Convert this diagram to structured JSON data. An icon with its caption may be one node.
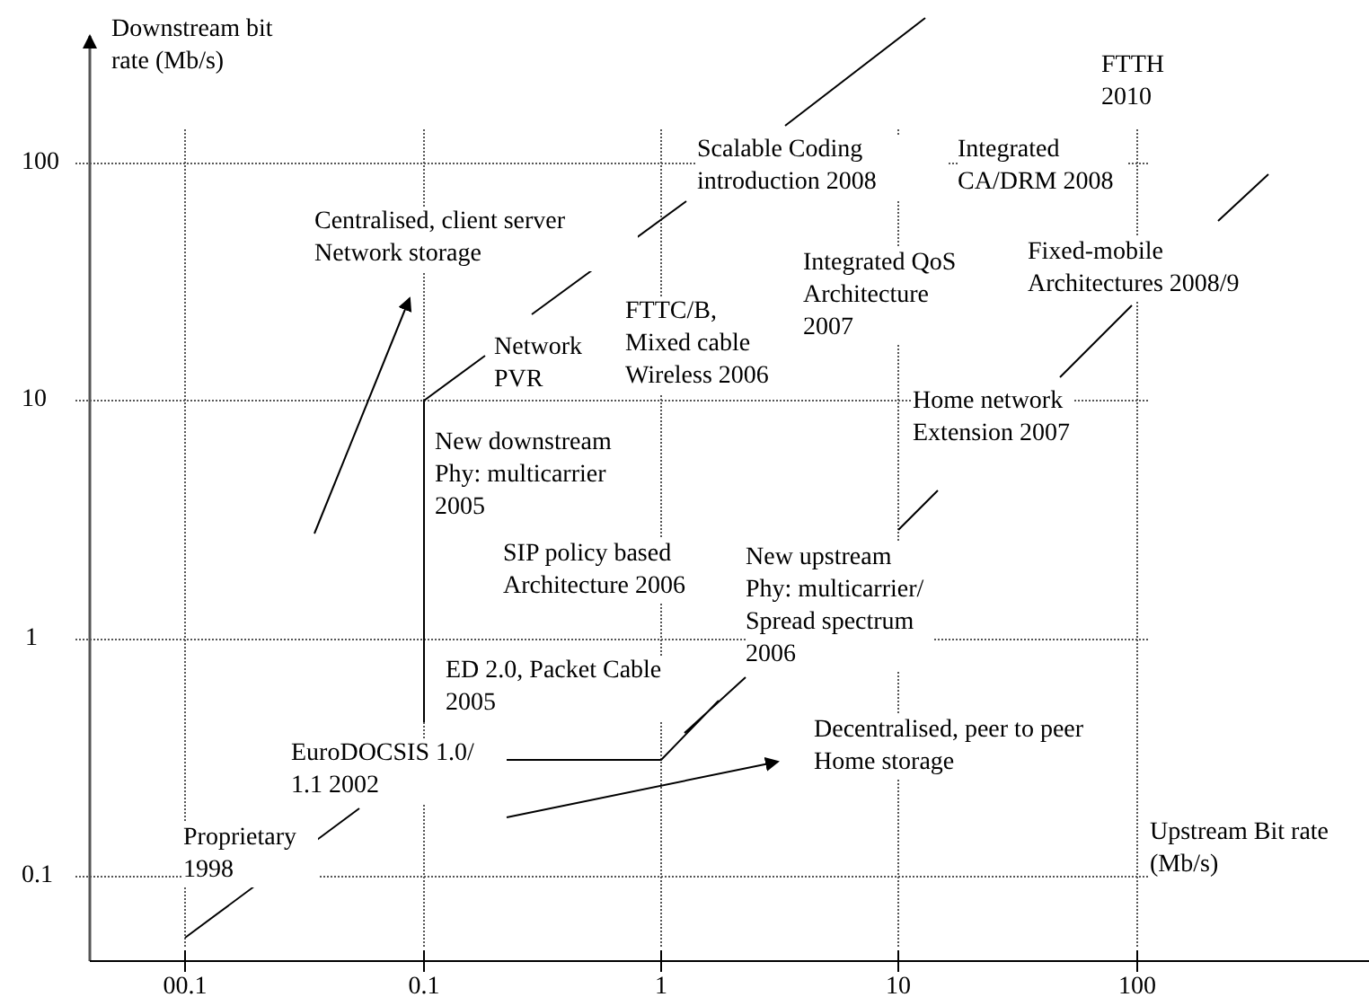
{
  "diagram": {
    "labels": [
      "Downstream bit rate (Mb/s)",
      "100",
      "FTTH 2010",
      "Scalable Coding introduction 2008",
      "Integrated CA/DRM 2008",
      "Centralised, client server Network storage",
      "Integrated QoS Architecture 2007",
      "Fixed-mobile Architectures 2008/9",
      "Network PVR",
      "FTTC/B, Mixed cable Wireless 2006",
      "10",
      "Home network Extension 2007",
      "New downstream Phy: multicarrier 2005",
      "SIP policy based Architecture 2006",
      "New upstream Phy: multicarrier/ Spread spectrum 2006",
      "1",
      "ED 2.0, Packet Cable 2005",
      "EuroDOCSIS 1.0/ 1.1 2002",
      "Decentralised, peer to peer Home storage",
      "Proprietary 1998",
      "0.1",
      "Upstream Bit rate (Mb/s)",
      "00.1",
      "0.1",
      "1",
      "10",
      "100"
    ]
  }
}
